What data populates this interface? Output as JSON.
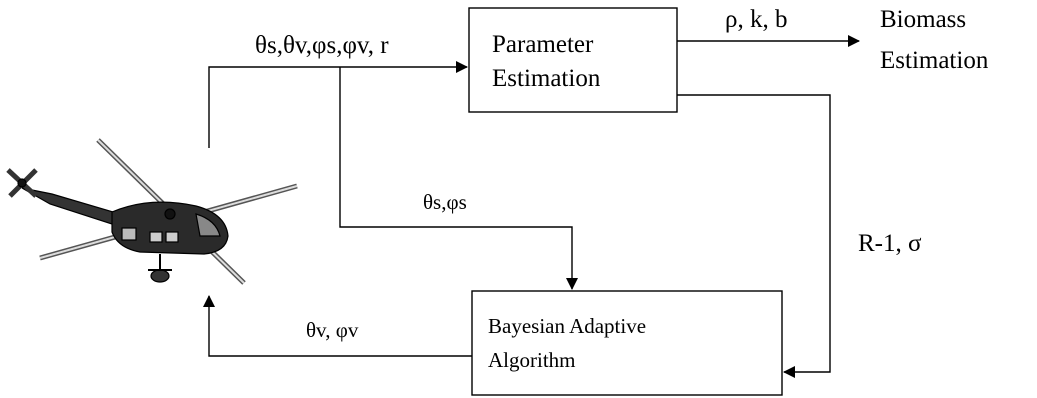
{
  "boxes": {
    "parameter_estimation": {
      "line1": "Parameter",
      "line2": "Estimation"
    },
    "bayesian_adaptive": {
      "line1": "Bayesian Adaptive",
      "line2": "Algorithm"
    }
  },
  "labels": {
    "angles_to_param": "θs,θv,φs,φv, r",
    "param_outputs": "ρ, k, b",
    "biomass_line1": "Biomass",
    "biomass_line2": "Estimation",
    "sun_angles": "θs,φs",
    "feedback": "R-1, σ",
    "view_angles": "θv, φv"
  },
  "icons": {
    "aircraft": "helicopter-icon"
  }
}
